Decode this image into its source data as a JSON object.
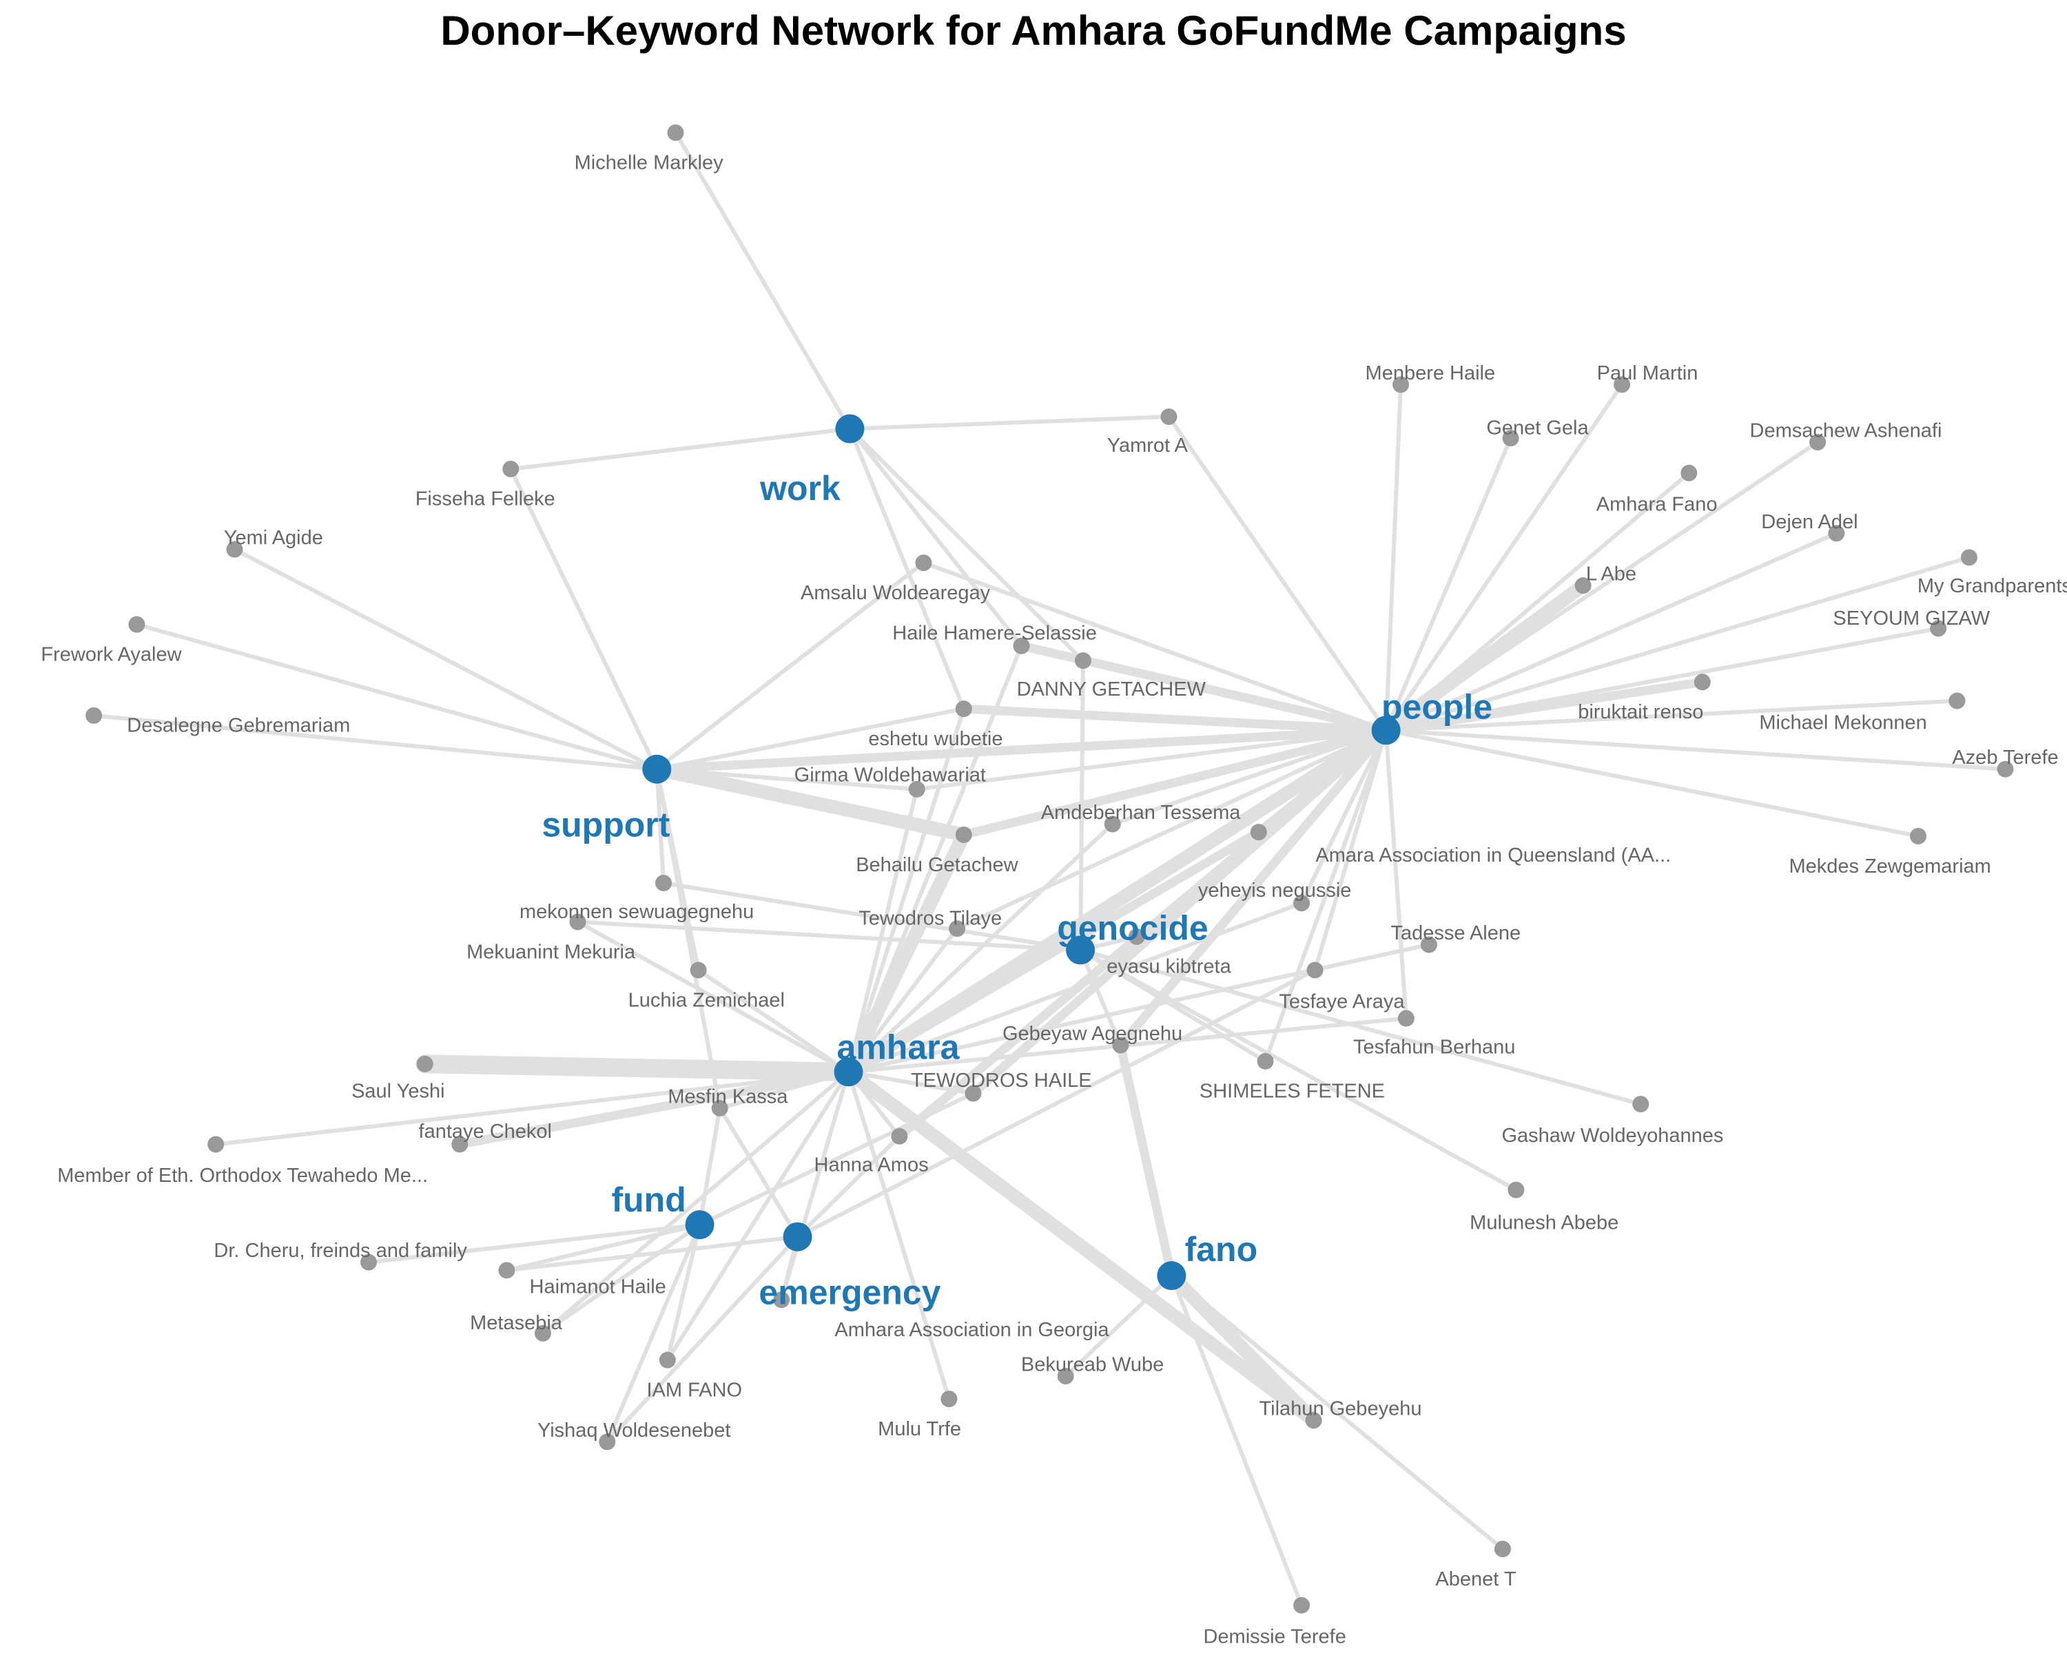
{
  "title": "Donor–Keyword Network for Amhara GoFundMe Campaigns",
  "colors": {
    "keyword": "#1f77b4",
    "donor": "#999999",
    "edge": "#e0e0e0",
    "donor_text": "#666666"
  },
  "keywords": [
    {
      "id": "work",
      "label": "work"
    },
    {
      "id": "people",
      "label": "people"
    },
    {
      "id": "support",
      "label": "support"
    },
    {
      "id": "genocide",
      "label": "genocide"
    },
    {
      "id": "amhara",
      "label": "amhara"
    },
    {
      "id": "fund",
      "label": "fund"
    },
    {
      "id": "emergency",
      "label": "emergency"
    },
    {
      "id": "fano",
      "label": "fano"
    }
  ],
  "donors": [
    {
      "id": "d1",
      "label": "Michelle Markley"
    },
    {
      "id": "d2",
      "label": "Yamrot A"
    },
    {
      "id": "d3",
      "label": "Fisseha Felleke"
    },
    {
      "id": "d4",
      "label": "Menbere Haile"
    },
    {
      "id": "d5",
      "label": "Paul Martin"
    },
    {
      "id": "d6",
      "label": "Genet Gela"
    },
    {
      "id": "d7",
      "label": "Demsachew Ashenafi"
    },
    {
      "id": "d8",
      "label": "Amhara Fano"
    },
    {
      "id": "d9",
      "label": "Dejen Adel"
    },
    {
      "id": "d10",
      "label": "L Abe"
    },
    {
      "id": "d11",
      "label": "My Grandparents"
    },
    {
      "id": "d12",
      "label": "SEYOUM GIZAW"
    },
    {
      "id": "d13",
      "label": "biruktait renso"
    },
    {
      "id": "d14",
      "label": "Michael Mekonnen"
    },
    {
      "id": "d15",
      "label": "Azeb Terefe"
    },
    {
      "id": "d16",
      "label": "Mekdes Zewgemariam"
    },
    {
      "id": "d17",
      "label": "Yemi Agide"
    },
    {
      "id": "d18",
      "label": "Frework Ayalew"
    },
    {
      "id": "d19",
      "label": "Desalegne Gebremariam"
    },
    {
      "id": "d20",
      "label": "Amsalu Woldearegay"
    },
    {
      "id": "d21",
      "label": "Haile Hamere-Selassie"
    },
    {
      "id": "d22",
      "label": "DANNY GETACHEW"
    },
    {
      "id": "d23",
      "label": "eshetu wubetie"
    },
    {
      "id": "d24",
      "label": "Girma Woldehawariat"
    },
    {
      "id": "d25",
      "label": "Amdeberhan Tessema"
    },
    {
      "id": "d26",
      "label": "Behailu Getachew"
    },
    {
      "id": "d27",
      "label": "Amara Association in Queensland (AA..."
    },
    {
      "id": "d28",
      "label": "mekonnen sewuagegnehu"
    },
    {
      "id": "d29",
      "label": "yeheyis negussie"
    },
    {
      "id": "d30",
      "label": "Mekuanint Mekuria"
    },
    {
      "id": "d31",
      "label": "Tewodros Tilaye"
    },
    {
      "id": "d32",
      "label": "eyasu kibtreta"
    },
    {
      "id": "d33",
      "label": "Tadesse Alene"
    },
    {
      "id": "d34",
      "label": "Luchia Zemichael"
    },
    {
      "id": "d35",
      "label": "Tesfaye Araya"
    },
    {
      "id": "d36",
      "label": "Gebeyaw Agegnehu"
    },
    {
      "id": "d37",
      "label": "Tesfahun Berhanu"
    },
    {
      "id": "d38",
      "label": "Saul Yeshi"
    },
    {
      "id": "d39",
      "label": "TEWODROS HAILE"
    },
    {
      "id": "d40",
      "label": "SHIMELES FETENE"
    },
    {
      "id": "d41",
      "label": "Mesfin Kassa"
    },
    {
      "id": "d42",
      "label": "fantaye Chekol"
    },
    {
      "id": "d43",
      "label": "Gashaw Woldeyohannes"
    },
    {
      "id": "d44",
      "label": "Member of Eth. Orthodox Tewahedo Me..."
    },
    {
      "id": "d45",
      "label": "Hanna Amos"
    },
    {
      "id": "d46",
      "label": "Mulunesh Abebe"
    },
    {
      "id": "d47",
      "label": "Dr. Cheru, freinds and family"
    },
    {
      "id": "d48",
      "label": "Haimanot Haile"
    },
    {
      "id": "d49",
      "label": "Amhara Association in Georgia"
    },
    {
      "id": "d50",
      "label": "Metasebia"
    },
    {
      "id": "d51",
      "label": "Bekureab Wube"
    },
    {
      "id": "d52",
      "label": "IAM FANO"
    },
    {
      "id": "d53",
      "label": "Tilahun Gebeyehu"
    },
    {
      "id": "d54",
      "label": "Mulu Trfe"
    },
    {
      "id": "d55",
      "label": "Yishaq Woldesenebet"
    },
    {
      "id": "d56",
      "label": "Abenet T"
    },
    {
      "id": "d57",
      "label": "Demissie Terefe"
    }
  ],
  "edges": [
    {
      "source": "d1",
      "target": "work",
      "weight": 1
    },
    {
      "source": "d2",
      "target": "work",
      "weight": 1
    },
    {
      "source": "d2",
      "target": "people",
      "weight": 1
    },
    {
      "source": "d3",
      "target": "work",
      "weight": 1
    },
    {
      "source": "d3",
      "target": "support",
      "weight": 1
    },
    {
      "source": "d4",
      "target": "people",
      "weight": 1
    },
    {
      "source": "d5",
      "target": "people",
      "weight": 1
    },
    {
      "source": "d6",
      "target": "people",
      "weight": 1
    },
    {
      "source": "d7",
      "target": "people",
      "weight": 1
    },
    {
      "source": "d8",
      "target": "people",
      "weight": 1
    },
    {
      "source": "d9",
      "target": "people",
      "weight": 1
    },
    {
      "source": "d10",
      "target": "people",
      "weight": 3
    },
    {
      "source": "d11",
      "target": "people",
      "weight": 1
    },
    {
      "source": "d12",
      "target": "people",
      "weight": 1
    },
    {
      "source": "d13",
      "target": "people",
      "weight": 2
    },
    {
      "source": "d14",
      "target": "people",
      "weight": 1
    },
    {
      "source": "d15",
      "target": "people",
      "weight": 1
    },
    {
      "source": "d16",
      "target": "people",
      "weight": 1
    },
    {
      "source": "d17",
      "target": "support",
      "weight": 1
    },
    {
      "source": "d18",
      "target": "support",
      "weight": 1
    },
    {
      "source": "d19",
      "target": "support",
      "weight": 1
    },
    {
      "source": "d20",
      "target": "support",
      "weight": 1
    },
    {
      "source": "d20",
      "target": "people",
      "weight": 1
    },
    {
      "source": "d21",
      "target": "work",
      "weight": 1
    },
    {
      "source": "d21",
      "target": "people",
      "weight": 2
    },
    {
      "source": "d21",
      "target": "amhara",
      "weight": 1
    },
    {
      "source": "d22",
      "target": "work",
      "weight": 1
    },
    {
      "source": "d22",
      "target": "people",
      "weight": 1
    },
    {
      "source": "d22",
      "target": "genocide",
      "weight": 1
    },
    {
      "source": "d23",
      "target": "work",
      "weight": 1
    },
    {
      "source": "d23",
      "target": "support",
      "weight": 1
    },
    {
      "source": "d23",
      "target": "people",
      "weight": 2
    },
    {
      "source": "d23",
      "target": "amhara",
      "weight": 1
    },
    {
      "source": "d24",
      "target": "support",
      "weight": 1
    },
    {
      "source": "d24",
      "target": "people",
      "weight": 1
    },
    {
      "source": "d24",
      "target": "amhara",
      "weight": 1
    },
    {
      "source": "d25",
      "target": "people",
      "weight": 1
    },
    {
      "source": "d25",
      "target": "amhara",
      "weight": 1
    },
    {
      "source": "d26",
      "target": "support",
      "weight": 3
    },
    {
      "source": "d26",
      "target": "people",
      "weight": 2
    },
    {
      "source": "d26",
      "target": "amhara",
      "weight": 3
    },
    {
      "source": "d27",
      "target": "people",
      "weight": 2
    },
    {
      "source": "d27",
      "target": "amhara",
      "weight": 2
    },
    {
      "source": "d28",
      "target": "support",
      "weight": 1
    },
    {
      "source": "d28",
      "target": "genocide",
      "weight": 1
    },
    {
      "source": "d29",
      "target": "people",
      "weight": 1
    },
    {
      "source": "d29",
      "target": "amhara",
      "weight": 1
    },
    {
      "source": "d30",
      "target": "genocide",
      "weight": 1
    },
    {
      "source": "d30",
      "target": "amhara",
      "weight": 1
    },
    {
      "source": "d31",
      "target": "people",
      "weight": 1
    },
    {
      "source": "d31",
      "target": "amhara",
      "weight": 1
    },
    {
      "source": "d32",
      "target": "genocide",
      "weight": 1
    },
    {
      "source": "d32",
      "target": "people",
      "weight": 1
    },
    {
      "source": "d33",
      "target": "amhara",
      "weight": 1
    },
    {
      "source": "d34",
      "target": "support",
      "weight": 1
    },
    {
      "source": "d34",
      "target": "amhara",
      "weight": 1
    },
    {
      "source": "d35",
      "target": "people",
      "weight": 1
    },
    {
      "source": "d35",
      "target": "emergency",
      "weight": 1
    },
    {
      "source": "d36",
      "target": "people",
      "weight": 2
    },
    {
      "source": "d36",
      "target": "fano",
      "weight": 2
    },
    {
      "source": "d36",
      "target": "genocide",
      "weight": 1
    },
    {
      "source": "d37",
      "target": "people",
      "weight": 1
    },
    {
      "source": "d37",
      "target": "amhara",
      "weight": 1
    },
    {
      "source": "d38",
      "target": "amhara",
      "weight": 4
    },
    {
      "source": "d39",
      "target": "people",
      "weight": 2
    },
    {
      "source": "d39",
      "target": "fund",
      "weight": 1
    },
    {
      "source": "d39",
      "target": "amhara",
      "weight": 1
    },
    {
      "source": "d40",
      "target": "people",
      "weight": 1
    },
    {
      "source": "d40",
      "target": "genocide",
      "weight": 1
    },
    {
      "source": "d41",
      "target": "support",
      "weight": 1
    },
    {
      "source": "d41",
      "target": "amhara",
      "weight": 1
    },
    {
      "source": "d41",
      "target": "fund",
      "weight": 1
    },
    {
      "source": "d41",
      "target": "emergency",
      "weight": 1
    },
    {
      "source": "d42",
      "target": "amhara",
      "weight": 2
    },
    {
      "source": "d43",
      "target": "genocide",
      "weight": 1
    },
    {
      "source": "d44",
      "target": "amhara",
      "weight": 1
    },
    {
      "source": "d45",
      "target": "people",
      "weight": 2
    },
    {
      "source": "d45",
      "target": "amhara",
      "weight": 1
    },
    {
      "source": "d45",
      "target": "emergency",
      "weight": 1
    },
    {
      "source": "d46",
      "target": "genocide",
      "weight": 1
    },
    {
      "source": "d47",
      "target": "fund",
      "weight": 1
    },
    {
      "source": "d48",
      "target": "fund",
      "weight": 1
    },
    {
      "source": "d48",
      "target": "emergency",
      "weight": 1
    },
    {
      "source": "d49",
      "target": "emergency",
      "weight": 1
    },
    {
      "source": "d49",
      "target": "amhara",
      "weight": 1
    },
    {
      "source": "d50",
      "target": "fund",
      "weight": 1
    },
    {
      "source": "d50",
      "target": "amhara",
      "weight": 1
    },
    {
      "source": "d51",
      "target": "fano",
      "weight": 1
    },
    {
      "source": "d52",
      "target": "fund",
      "weight": 1
    },
    {
      "source": "d52",
      "target": "amhara",
      "weight": 1
    },
    {
      "source": "d53",
      "target": "amhara",
      "weight": 3
    },
    {
      "source": "d53",
      "target": "fano",
      "weight": 3
    },
    {
      "source": "d54",
      "target": "amhara",
      "weight": 1
    },
    {
      "source": "d55",
      "target": "fund",
      "weight": 1
    },
    {
      "source": "d55",
      "target": "emergency",
      "weight": 1
    },
    {
      "source": "d56",
      "target": "fano",
      "weight": 1
    },
    {
      "source": "d57",
      "target": "fano",
      "weight": 1
    },
    {
      "source": "support",
      "target": "people",
      "weight": 2
    },
    {
      "source": "amhara",
      "target": "people",
      "weight": 3
    }
  ]
}
